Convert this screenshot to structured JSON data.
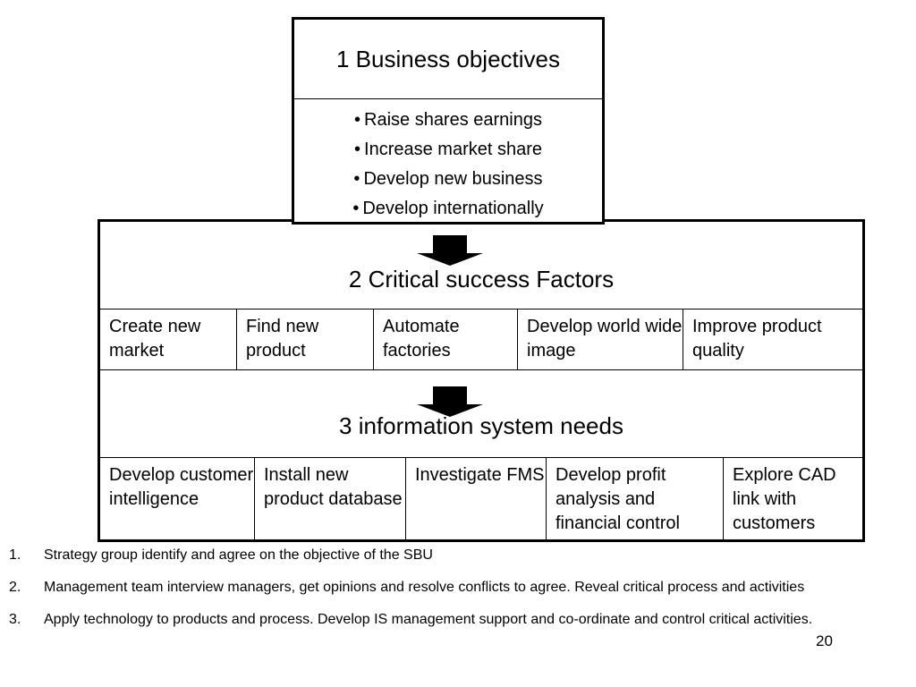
{
  "objectives": {
    "title": "1 Business objectives",
    "items": [
      "Raise shares earnings",
      "Increase market share",
      "Develop new business",
      "Develop internationally"
    ],
    "bullet": "•"
  },
  "csf": {
    "title": "2   Critical success Factors",
    "items": [
      "Create new market",
      "Find new product",
      "Automate factories",
      "Develop world wide image",
      "Improve product quality"
    ]
  },
  "is_needs": {
    "title": "3 information system needs",
    "items": [
      "Develop customer intelligence",
      "Install new product database",
      "Investigate FMS",
      "Develop profit analysis and financial control",
      "Explore CAD link with customers"
    ]
  },
  "notes": [
    {
      "num": "1.",
      "text": "Strategy group identify and agree on the objective of the SBU"
    },
    {
      "num": "2.",
      "text": "Management team interview managers, get opinions and resolve conflicts to agree. Reveal critical process and activities"
    },
    {
      "num": "3.",
      "text": "Apply technology to products and process. Develop IS management support and co-ordinate and control critical activities."
    }
  ],
  "page_number": "20",
  "colors": {
    "line": "#000000",
    "arrow_fill": "#000000",
    "background": "#ffffff"
  },
  "icons": {
    "arrow": "down-arrow-icon"
  }
}
